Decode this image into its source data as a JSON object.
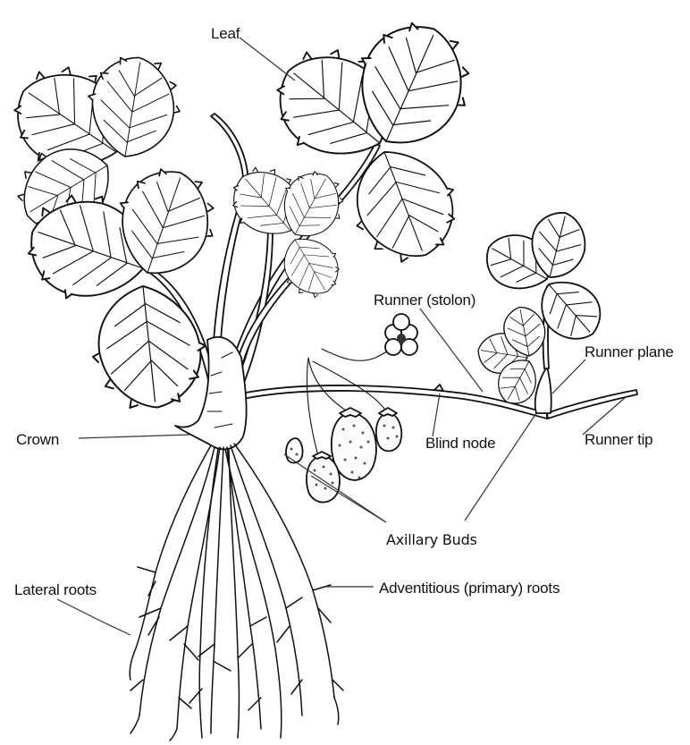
{
  "diagram": {
    "labels": {
      "leaf": "Leaf",
      "runner_stolon": "Runner (stolon)",
      "runner_plane": "Runner plane",
      "crown": "Crown",
      "blind_node": "Blind node",
      "runner_tip": "Runner tip",
      "axillary_buds": "Axillary Buds",
      "lateral_roots": "Lateral roots",
      "adventitious_roots": "Adventitious (primary) roots"
    },
    "colors": {
      "ink": "#111111",
      "background": "#ffffff"
    }
  }
}
